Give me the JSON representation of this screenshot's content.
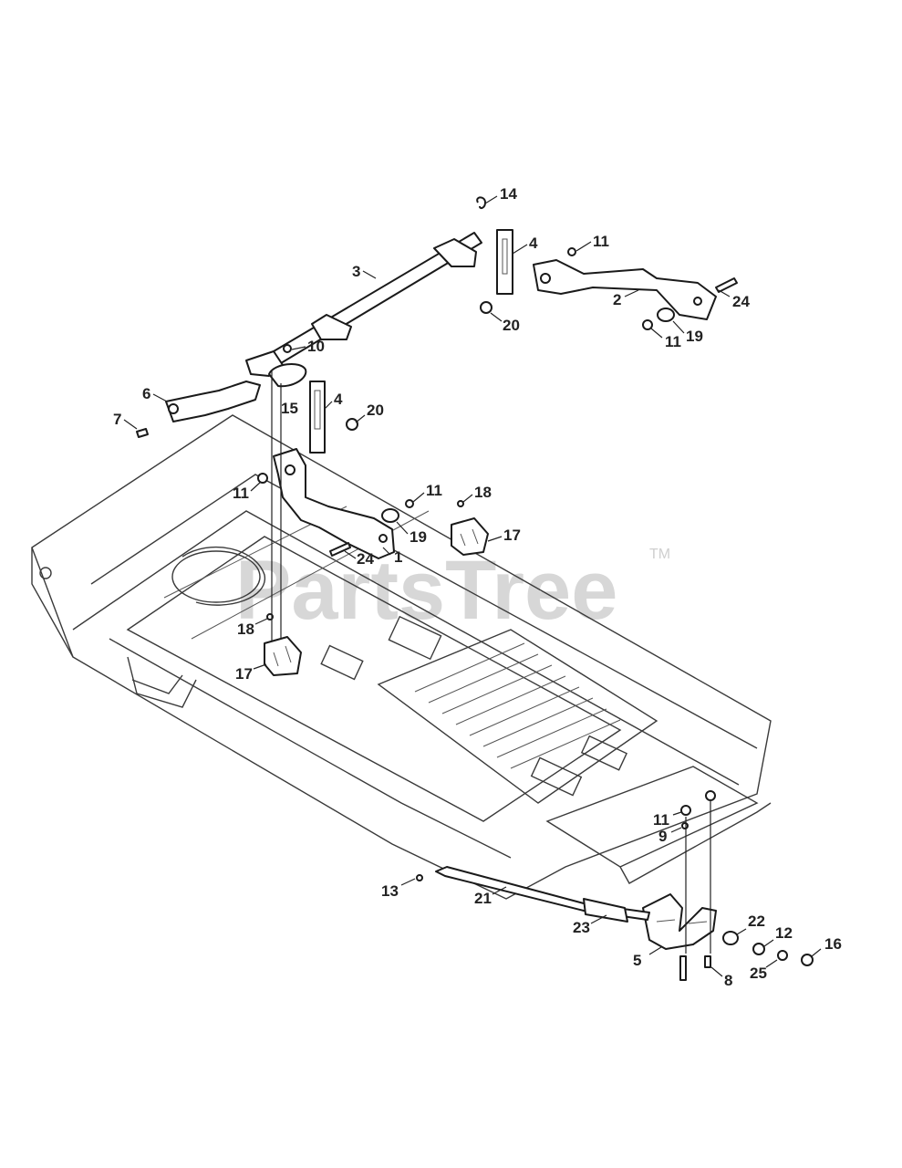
{
  "watermark": {
    "text": "PartsTree",
    "tm": "TM"
  },
  "callouts": [
    {
      "id": "c14",
      "text": "14"
    },
    {
      "id": "c4a",
      "text": "4"
    },
    {
      "id": "c11a",
      "text": "11"
    },
    {
      "id": "c3",
      "text": "3"
    },
    {
      "id": "c24a",
      "text": "24"
    },
    {
      "id": "c2",
      "text": "2"
    },
    {
      "id": "c20a",
      "text": "20"
    },
    {
      "id": "c11b",
      "text": "11"
    },
    {
      "id": "c19a",
      "text": "19"
    },
    {
      "id": "c10",
      "text": "10"
    },
    {
      "id": "c6",
      "text": "6"
    },
    {
      "id": "c15",
      "text": "15"
    },
    {
      "id": "c4b",
      "text": "4"
    },
    {
      "id": "c20b",
      "text": "20"
    },
    {
      "id": "c7",
      "text": "7"
    },
    {
      "id": "c11c",
      "text": "11"
    },
    {
      "id": "c11d",
      "text": "11"
    },
    {
      "id": "c18a",
      "text": "18"
    },
    {
      "id": "c19b",
      "text": "19"
    },
    {
      "id": "c17a",
      "text": "17"
    },
    {
      "id": "c24b",
      "text": "24"
    },
    {
      "id": "c1",
      "text": "1"
    },
    {
      "id": "c18b",
      "text": "18"
    },
    {
      "id": "c17b",
      "text": "17"
    },
    {
      "id": "c11e",
      "text": "11"
    },
    {
      "id": "c9",
      "text": "9"
    },
    {
      "id": "c13",
      "text": "13"
    },
    {
      "id": "c21",
      "text": "21"
    },
    {
      "id": "c23",
      "text": "23"
    },
    {
      "id": "c22",
      "text": "22"
    },
    {
      "id": "c12",
      "text": "12"
    },
    {
      "id": "c16",
      "text": "16"
    },
    {
      "id": "c5",
      "text": "5"
    },
    {
      "id": "c8",
      "text": "8"
    },
    {
      "id": "c25",
      "text": "25"
    }
  ]
}
